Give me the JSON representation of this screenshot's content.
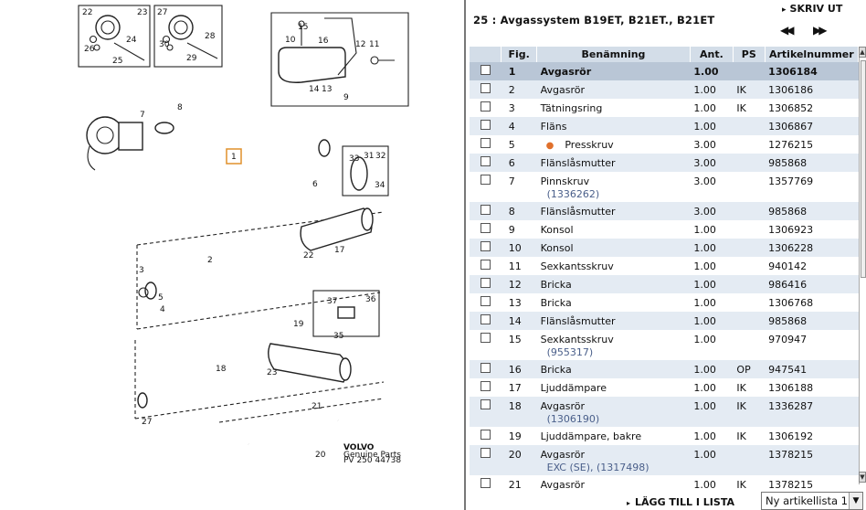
{
  "diagram": {
    "labels": [
      "22",
      "23",
      "27",
      "26",
      "24",
      "25",
      "30",
      "29",
      "28",
      "10",
      "15",
      "16",
      "12",
      "11",
      "14",
      "13",
      "9",
      "7",
      "8",
      "1",
      "31",
      "32",
      "33",
      "34",
      "6",
      "2",
      "17",
      "22",
      "3",
      "5",
      "4",
      "37",
      "36",
      "35",
      "19",
      "18",
      "23",
      "27",
      "21",
      "20"
    ],
    "brand": "VOLVO",
    "brand_sub": "Genuine Parts",
    "ref": "PV 250 44738"
  },
  "header": {
    "title": "25 : Avgassystem B19ET, B21ET., B21ET",
    "print_label": "SKRIV UT",
    "prev_icon": "◀◀",
    "next_icon": "▶▶"
  },
  "table": {
    "columns": [
      "",
      "Fig.",
      "Benämning",
      "Ant.",
      "PS",
      "Artikelnummer"
    ],
    "rows": [
      {
        "fig": "1",
        "name": "Avgasrör",
        "sub": "",
        "qty": "1.00",
        "ps": "",
        "art": "1306184",
        "selected": true
      },
      {
        "fig": "2",
        "name": "Avgasrör",
        "sub": "",
        "qty": "1.00",
        "ps": "IK",
        "art": "1306186"
      },
      {
        "fig": "3",
        "name": "Tätningsring",
        "sub": "",
        "qty": "1.00",
        "ps": "IK",
        "art": "1306852"
      },
      {
        "fig": "4",
        "name": "Fläns",
        "sub": "",
        "qty": "1.00",
        "ps": "",
        "art": "1306867"
      },
      {
        "fig": "5",
        "name": "Presskruv",
        "sub": "",
        "qty": "3.00",
        "ps": "",
        "art": "1276215",
        "bullet": true
      },
      {
        "fig": "6",
        "name": "Flänslåsmutter",
        "sub": "",
        "qty": "3.00",
        "ps": "",
        "art": "985868"
      },
      {
        "fig": "7",
        "name": "Pinnskruv",
        "sub": "(1336262)",
        "qty": "3.00",
        "ps": "",
        "art": "1357769"
      },
      {
        "fig": "8",
        "name": "Flänslåsmutter",
        "sub": "",
        "qty": "3.00",
        "ps": "",
        "art": "985868"
      },
      {
        "fig": "9",
        "name": "Konsol",
        "sub": "",
        "qty": "1.00",
        "ps": "",
        "art": "1306923"
      },
      {
        "fig": "10",
        "name": "Konsol",
        "sub": "",
        "qty": "1.00",
        "ps": "",
        "art": "1306228"
      },
      {
        "fig": "11",
        "name": "Sexkantsskruv",
        "sub": "",
        "qty": "1.00",
        "ps": "",
        "art": "940142"
      },
      {
        "fig": "12",
        "name": "Bricka",
        "sub": "",
        "qty": "1.00",
        "ps": "",
        "art": "986416"
      },
      {
        "fig": "13",
        "name": "Bricka",
        "sub": "",
        "qty": "1.00",
        "ps": "",
        "art": "1306768"
      },
      {
        "fig": "14",
        "name": "Flänslåsmutter",
        "sub": "",
        "qty": "1.00",
        "ps": "",
        "art": "985868"
      },
      {
        "fig": "15",
        "name": "Sexkantsskruv",
        "sub": "(955317)",
        "qty": "1.00",
        "ps": "",
        "art": "970947"
      },
      {
        "fig": "16",
        "name": "Bricka",
        "sub": "",
        "qty": "1.00",
        "ps": "OP",
        "art": "947541"
      },
      {
        "fig": "17",
        "name": "Ljuddämpare",
        "sub": "",
        "qty": "1.00",
        "ps": "IK",
        "art": "1306188"
      },
      {
        "fig": "18",
        "name": "Avgasrör",
        "sub": "(1306190)",
        "qty": "1.00",
        "ps": "IK",
        "art": "1336287"
      },
      {
        "fig": "19",
        "name": "Ljuddämpare, bakre",
        "sub": "",
        "qty": "1.00",
        "ps": "IK",
        "art": "1306192"
      },
      {
        "fig": "20",
        "name": "Avgasrör",
        "sub": "EXC (SE), (1317498)",
        "qty": "1.00",
        "ps": "",
        "art": "1378215"
      },
      {
        "fig": "21",
        "name": "Avgasrör",
        "sub": "",
        "qty": "1.00",
        "ps": "IK",
        "art": "1378215"
      }
    ]
  },
  "footer": {
    "add_label": "LÄGG TILL I LISTA",
    "list_selected": "Ny artikellista 1"
  },
  "colors": {
    "header_bg": "#d3dde8",
    "row_alt_bg": "#e4ebf3",
    "selected_bg": "#b9c6d6",
    "sub_text": "#4a5f8a",
    "bullet": "#e0702c",
    "callout": "#e0902c"
  }
}
